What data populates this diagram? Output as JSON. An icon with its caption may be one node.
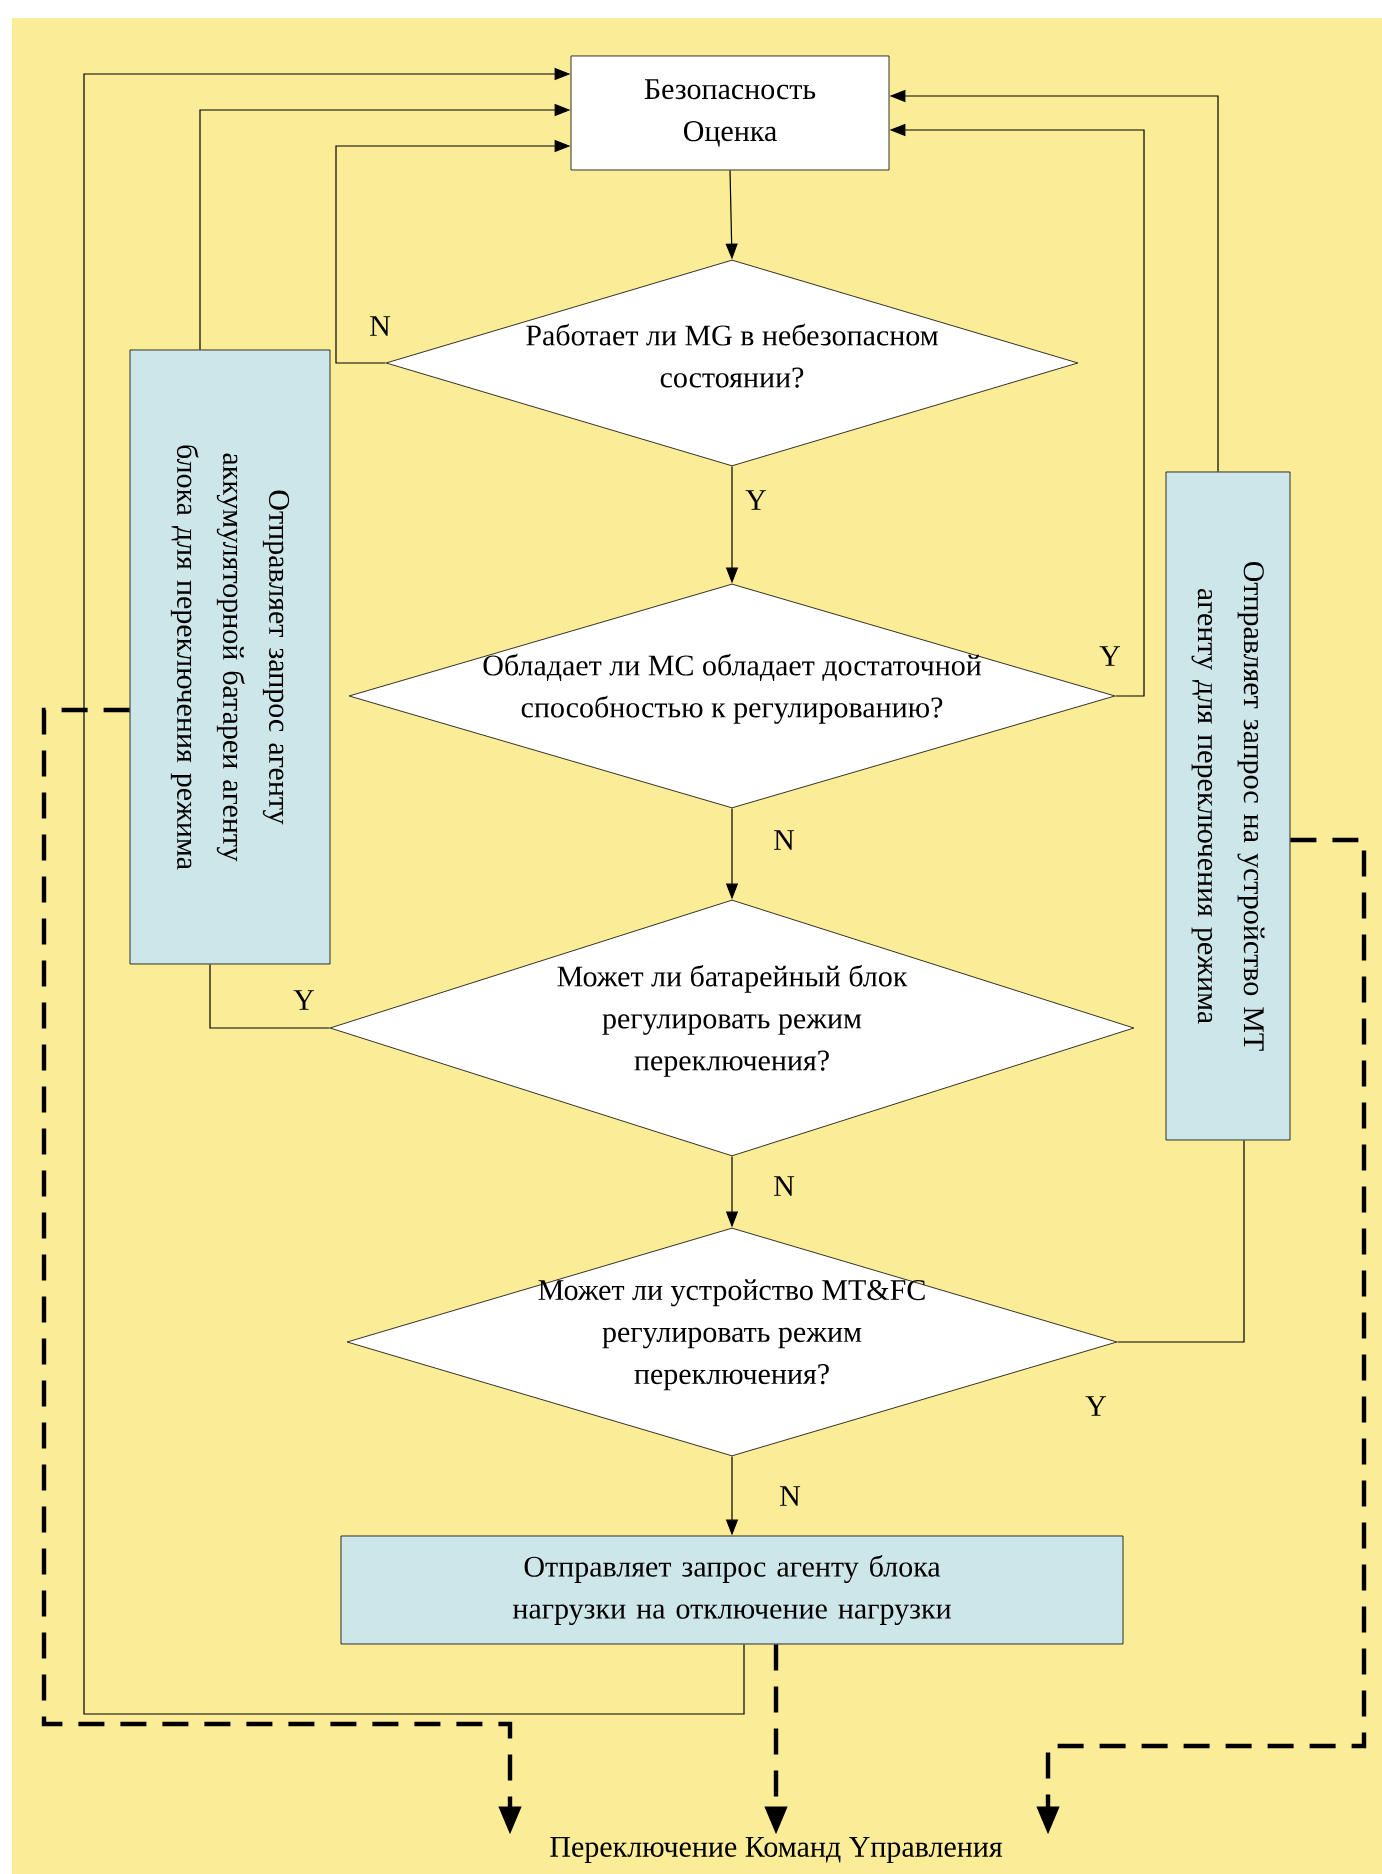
{
  "diagram": {
    "nodes": [
      {
        "text": [
          "Безопасность Оценка"
        ]
      },
      {
        "text": [
          "Работает ли MG в небезопасном состоянии?"
        ]
      },
      {
        "text": [
          "Обладает ли MC обладает достаточной способностью к регулированию?"
        ]
      },
      {
        "text": [
          "Может ли батарейный блок регулировать режим переключения?"
        ]
      },
      {
        "text": [
          "Может ли устройство MT&FC регулировать режим переключения?"
        ]
      },
      {
        "text": [
          "Отправляет запрос агенту блока нагрузки на отключение нагрузки"
        ]
      },
      {
        "text": [
          "Отправляет запрос агенту аккумуляторной батареи агенту блока для переключения режима"
        ]
      },
      {
        "text": [
          "Отправляет запрос на устройство MT агенту для переключения режима"
        ]
      },
      {
        "text": [
          "Переключение Команд Yправления"
        ]
      }
    ],
    "edges": [
      {
        "from": 0,
        "to": 1,
        "arrow": "to"
      },
      {
        "from": 1,
        "to": 2,
        "arrow": "to",
        "label": "Y"
      },
      {
        "from": 2,
        "to": 3,
        "arrow": "to",
        "label": "N"
      },
      {
        "from": 3,
        "to": 4,
        "arrow": "to",
        "label": "N"
      },
      {
        "from": 4,
        "to": 5,
        "arrow": "to",
        "label": "N"
      },
      {
        "from": 1,
        "to": 0,
        "arrow": "to",
        "label": "N"
      },
      {
        "from": 6,
        "to": 0,
        "arrow": "to"
      },
      {
        "from": 5,
        "to": 0,
        "arrow": "to"
      },
      {
        "from": 3,
        "to": 6,
        "arrow": "none",
        "label": "Y"
      },
      {
        "from": 2,
        "to": 0,
        "arrow": "to",
        "label": "Y"
      },
      {
        "from": 7,
        "to": 0,
        "arrow": "to"
      },
      {
        "from": 4,
        "to": 7,
        "arrow": "none",
        "label": "Y"
      },
      {
        "from": 6,
        "to": 8,
        "arrow": "to",
        "style": "dashed"
      },
      {
        "from": 5,
        "to": 8,
        "arrow": "to",
        "style": "dashed"
      },
      {
        "from": 7,
        "to": 8,
        "arrow": "to",
        "style": "dashed"
      }
    ]
  }
}
